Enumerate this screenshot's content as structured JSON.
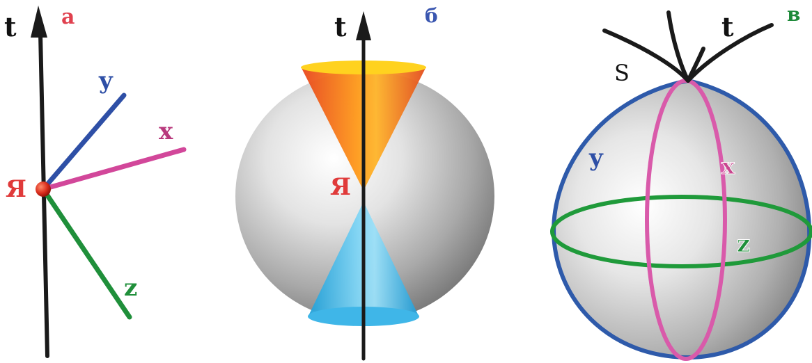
{
  "panels": {
    "a": {
      "letter": "а",
      "axis_t": "t",
      "axis_x": "x",
      "axis_y": "y",
      "axis_z": "z",
      "observer": "Я"
    },
    "b": {
      "letter": "б",
      "axis_t": "t",
      "observer": "Я"
    },
    "c": {
      "letter": "в",
      "axis_t": "t",
      "axis_s": "S",
      "axis_x": "x",
      "axis_y": "y",
      "axis_z": "z"
    }
  },
  "colors": {
    "label_a": "#e0404e",
    "label_b": "#3a56b0",
    "label_c": "#1f8a3a",
    "axis_x": "#d2479a",
    "axis_y": "#2e4fa6",
    "axis_z": "#1f8f3a",
    "observer": "#e03a3a",
    "axis_t": "#111111"
  }
}
